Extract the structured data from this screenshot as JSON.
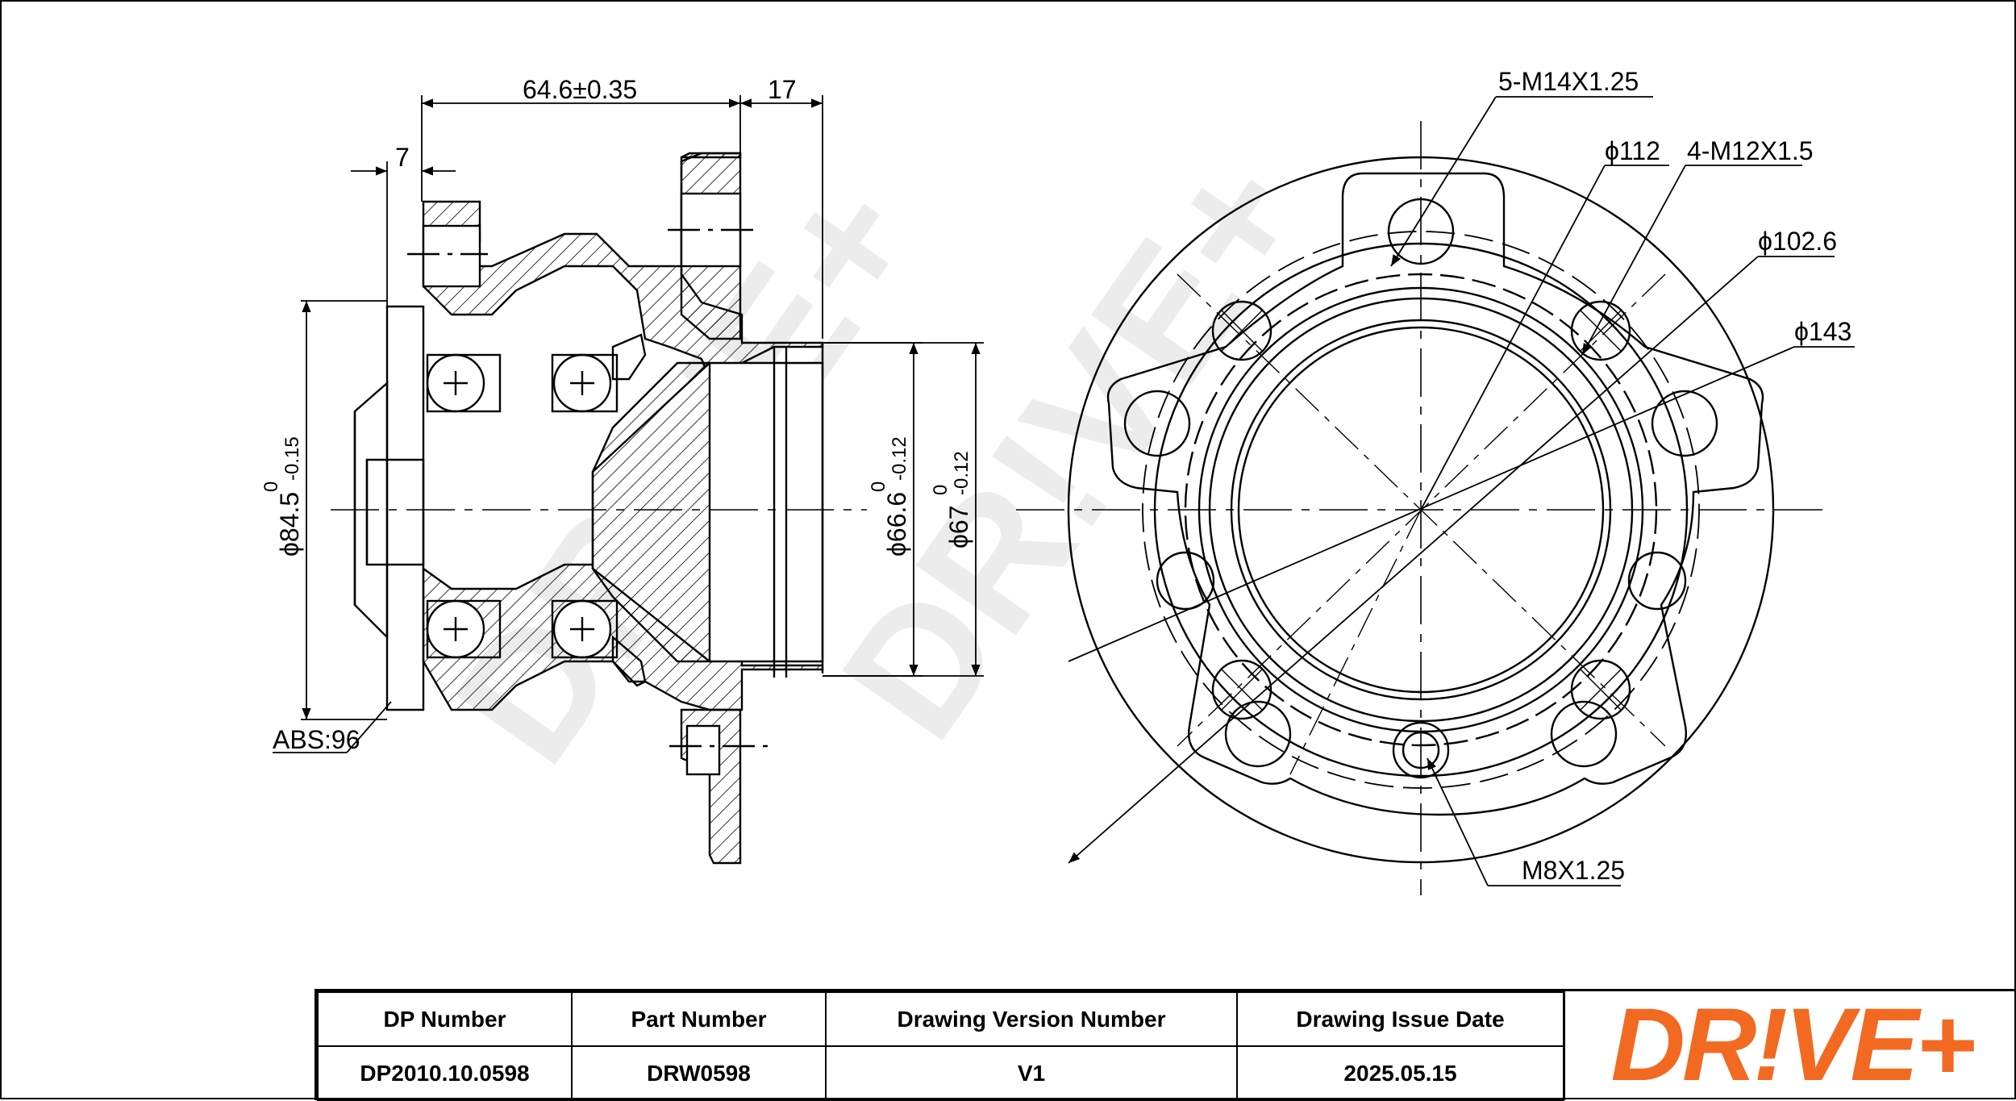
{
  "dimensions": {
    "length": "64.6±0.35",
    "flange_thickness": "17",
    "offset": "7",
    "abs": "ABS:96",
    "dia_84": {
      "main": "ϕ84.5",
      "upper": "0",
      "lower": "-0.15"
    },
    "dia_66": {
      "main": "ϕ66.6",
      "upper": "0",
      "lower": "-0.12"
    },
    "dia_67": {
      "main": "ϕ67",
      "upper": "0",
      "lower": "-0.12"
    },
    "thread_5": "5-M14X1.25",
    "pcd_112": "ϕ112",
    "thread_4": "4-M12X1.5",
    "dia_102": "ϕ102.6",
    "dia_143": "ϕ143",
    "thread_m8": "M8X1.25"
  },
  "title_block": {
    "headers": [
      "DP Number",
      "Part Number",
      "Drawing Version Number",
      "Drawing Issue Date"
    ],
    "values": [
      "DP2010.10.0598",
      "DRW0598",
      "V1",
      "2025.05.15"
    ]
  },
  "logo": {
    "text": "DR!VE+",
    "color": "#f26a21"
  },
  "watermark": "DR!VE+",
  "colors": {
    "line": "#000000",
    "accent": "#f26a21"
  }
}
